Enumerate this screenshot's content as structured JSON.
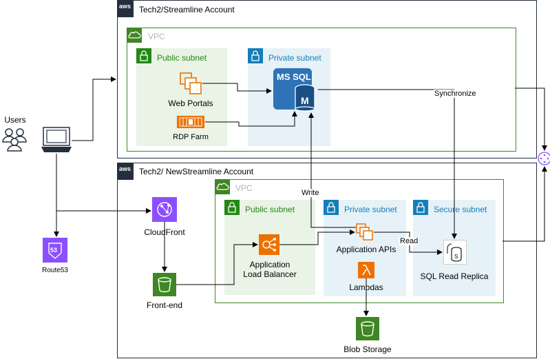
{
  "accounts": {
    "streamline": {
      "title": "Tech2/Streamline Account"
    },
    "newstreamline": {
      "title": "Tech2/ NewStreamline Account"
    }
  },
  "vpcs": {
    "top": "VPC",
    "bottom": "VPC"
  },
  "subnets": {
    "top_public": "Public subnet",
    "top_private": "Private subnet",
    "bottom_public": "Public subnet",
    "bottom_private": "Private subnet",
    "bottom_secure": "Secure subnet"
  },
  "nodes": {
    "users": "Users",
    "web_portals": "Web Portals",
    "rdp_farm": "RDP Farm",
    "ms_sql": "MS SQL",
    "ms_sql_letter": "M",
    "route53": "Route53",
    "route53_badge": "53",
    "cloudfront": "CloudFront",
    "frontend": "Front-end",
    "alb_line1": "Application",
    "alb_line2": "Load Balancer",
    "app_apis": "Application APIs",
    "lambdas": "Lambdas",
    "sql_read_replica": "SQL Read Replica",
    "blob_storage": "Blob Storage",
    "aws_badge": "aws"
  },
  "edges": {
    "synchronize": "Synchronize",
    "write": "Write",
    "read": "Read"
  },
  "colors": {
    "account_border": "#232f3e",
    "vpc_green": "#3f8624",
    "subnet_green": "#248814",
    "subnet_blue": "#147eba",
    "compute_orange": "#ed7100",
    "db_blue": "#2e73b8",
    "storage_green": "#3f8624",
    "network_purple": "#8c4fff"
  }
}
